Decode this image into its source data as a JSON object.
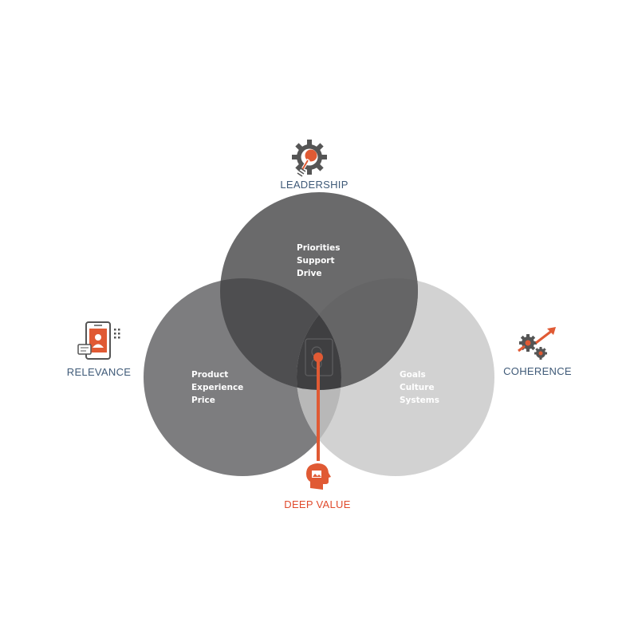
{
  "labels": {
    "top": "LEADERSHIP",
    "left": "RELEVANCE",
    "right": "COHERENCE",
    "bottom": "DEEP VALUE"
  },
  "circles": {
    "top": {
      "lines": [
        "Priorities",
        "Support",
        "Drive"
      ],
      "fill": "#6a6a6b"
    },
    "left": {
      "lines": [
        "Product",
        "Experience",
        "Price"
      ],
      "fill": "#7d7d7f"
    },
    "right": {
      "lines": [
        "Goals",
        "Culture",
        "Systems"
      ],
      "fill": "#d2d2d2"
    }
  },
  "colors": {
    "label_text": "#3f5a78",
    "accent": "#e05a34",
    "deep_value_text": "#e04a2c",
    "icon_gray": "#555555"
  },
  "icons": {
    "top": "gear-lightbulb-icon",
    "left": "mobile-profile-icon",
    "right": "gears-growth-arrow-icon",
    "bottom": "head-idea-icon"
  }
}
